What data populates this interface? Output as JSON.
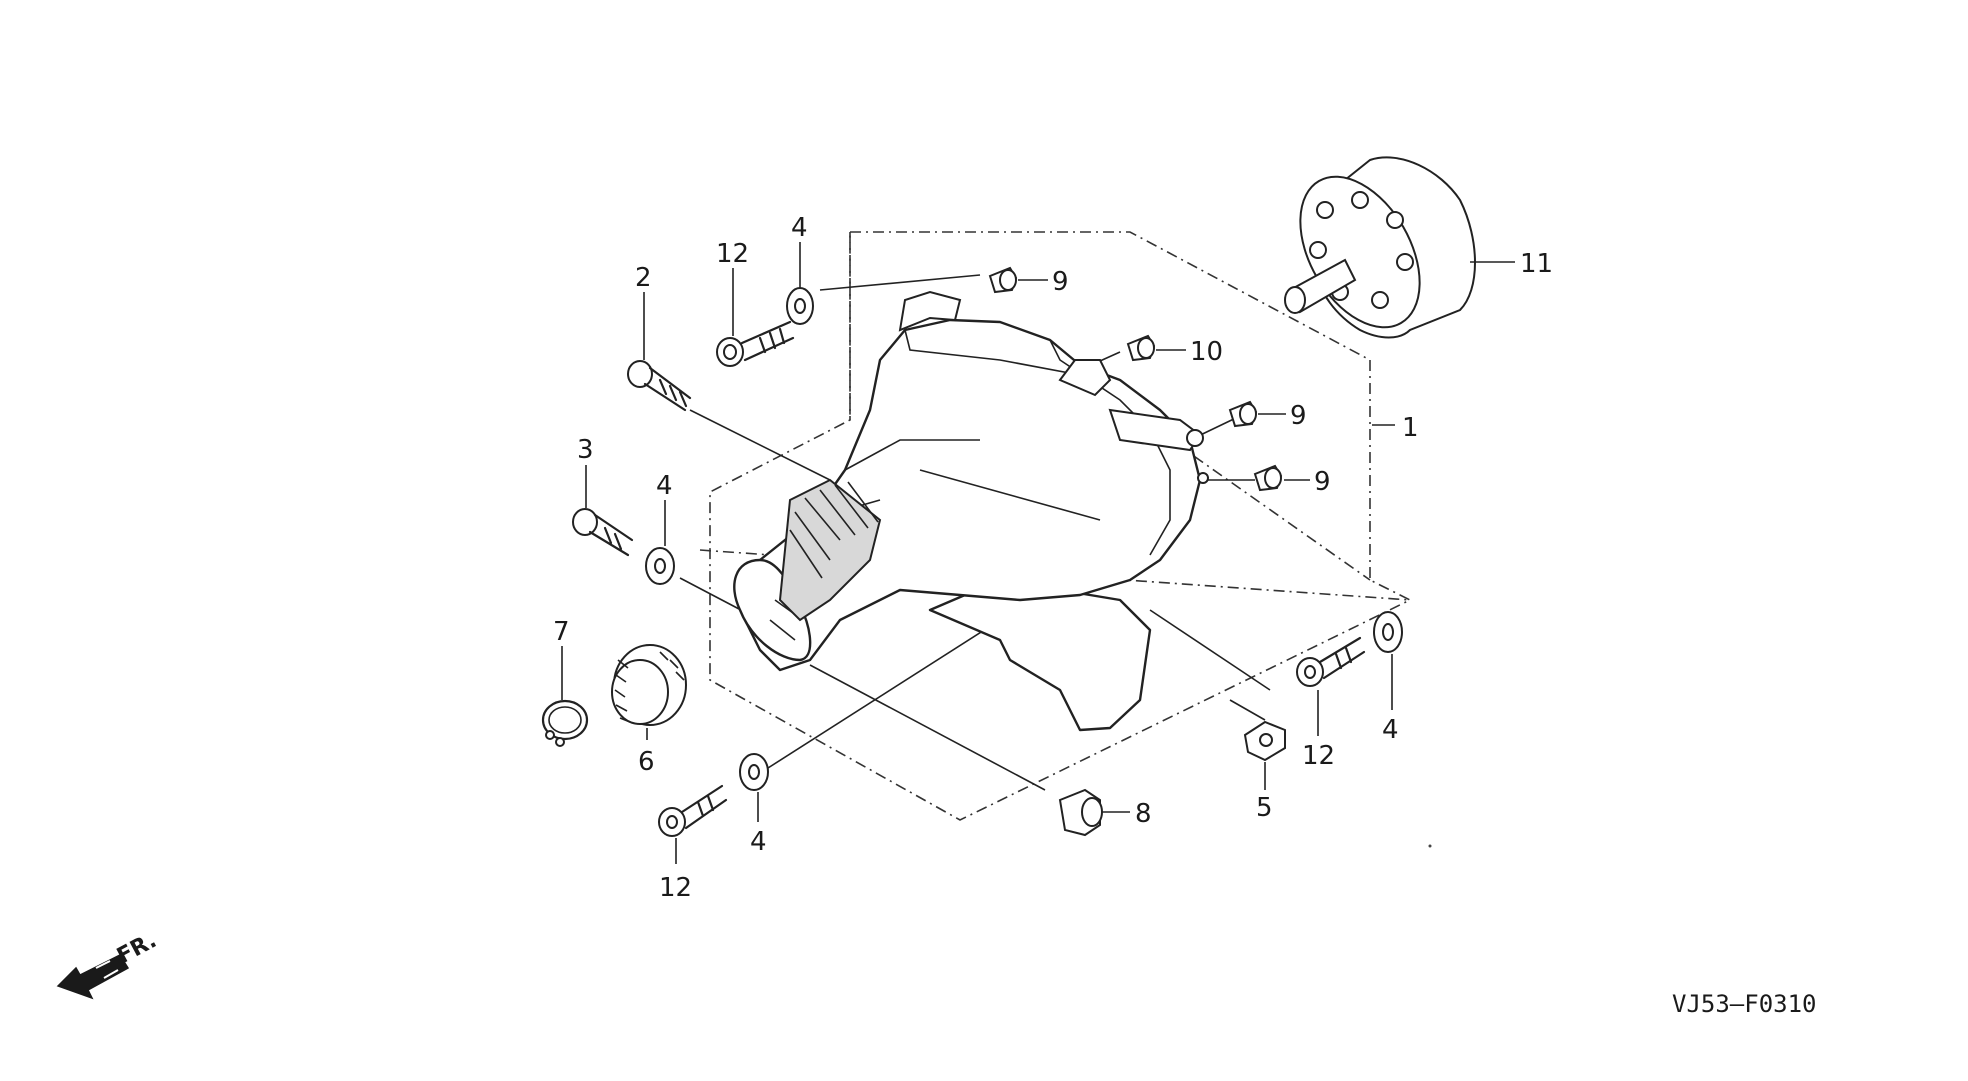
{
  "diagram": {
    "part_numbers": [
      "1",
      "2",
      "3",
      "4",
      "4",
      "4",
      "4",
      "5",
      "6",
      "7",
      "8",
      "9",
      "9",
      "9",
      "10",
      "11",
      "12",
      "12",
      "12"
    ],
    "direction_label": "FR.",
    "figure_code": "VJ53—F0310"
  }
}
